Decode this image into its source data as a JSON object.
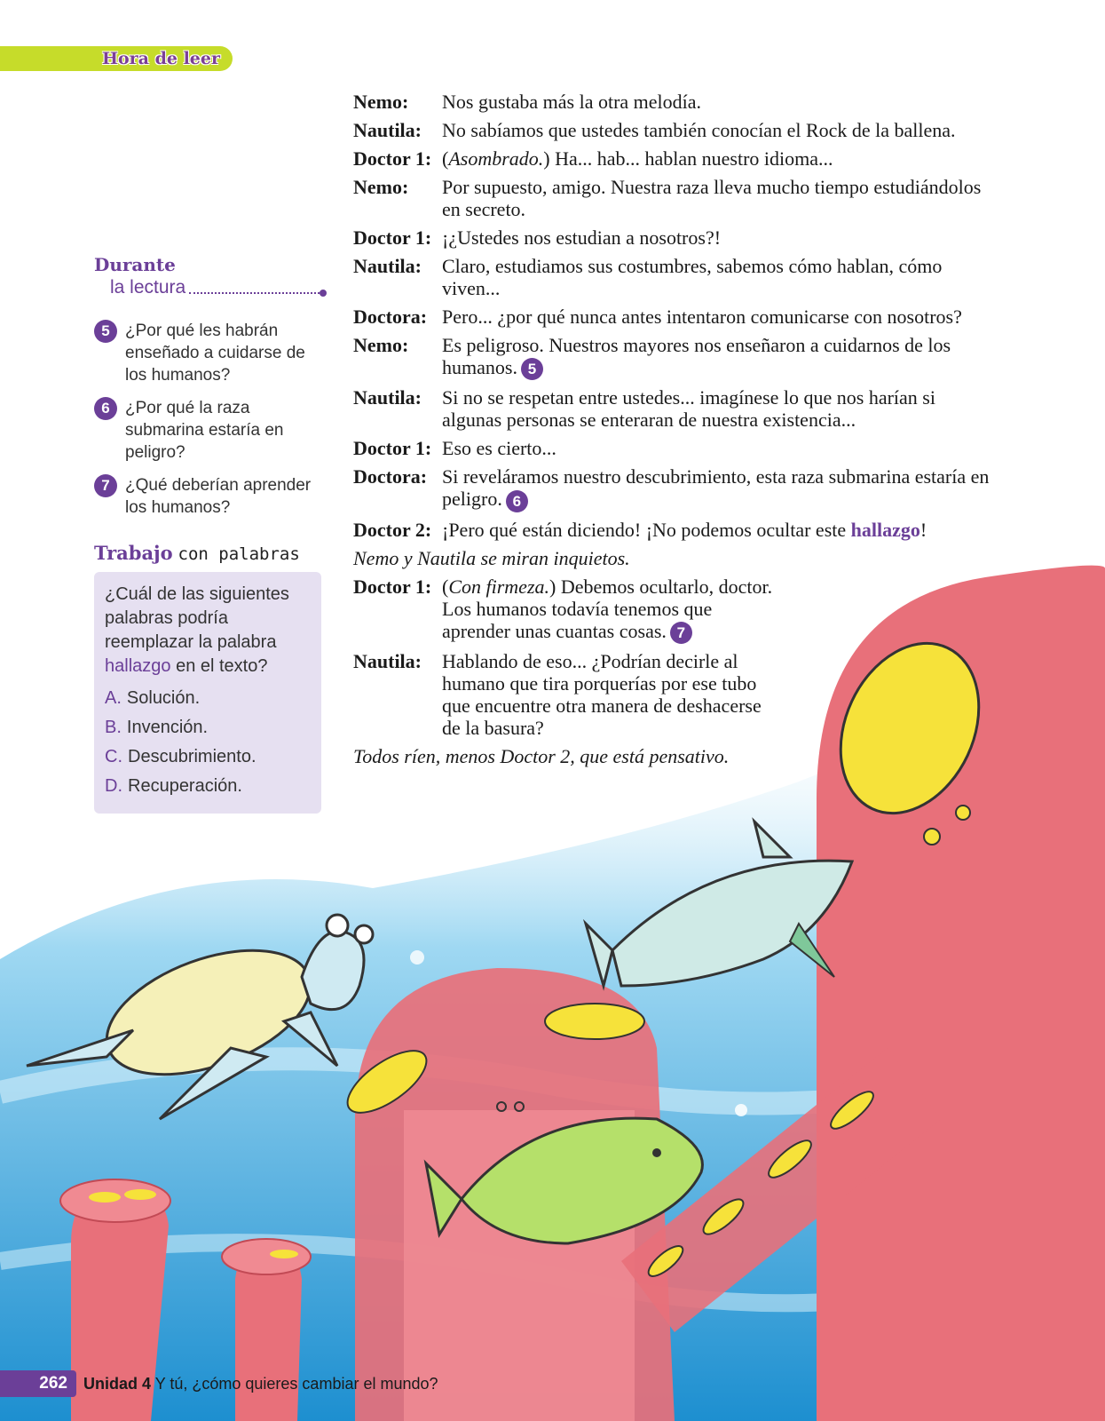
{
  "header": {
    "title": "Hora de leer"
  },
  "sidebar": {
    "durante_title": "Durante",
    "durante_sub": "la lectura",
    "questions": [
      {
        "num": "5",
        "text": "¿Por qué les habrán enseñado a cuidarse de los humanos?"
      },
      {
        "num": "6",
        "text": "¿Por qué la raza submarina estaría en peligro?"
      },
      {
        "num": "7",
        "text": "¿Qué deberían aprender los humanos?"
      }
    ],
    "trabajo_title_1": "Trabajo",
    "trabajo_title_2": "con palabras",
    "trabajo_q_pre": "¿Cuál de las siguientes palabras podría reemplazar la palabra ",
    "trabajo_q_word": "hallazgo",
    "trabajo_q_post": " en el texto?",
    "options": [
      {
        "letter": "A.",
        "text": "Solución."
      },
      {
        "letter": "B.",
        "text": "Invención."
      },
      {
        "letter": "C.",
        "text": "Descubrimiento."
      },
      {
        "letter": "D.",
        "text": "Recuperación."
      }
    ]
  },
  "dialogue": {
    "l1": {
      "speaker": "Nemo:",
      "text": "Nos gustaba más la otra melodía."
    },
    "l2": {
      "speaker": "Nautila:",
      "text": "No sabíamos que ustedes también conocían el Rock de la ballena."
    },
    "l3": {
      "speaker": "Doctor 1:",
      "open": "(",
      "stage": "Asombrado.",
      "close": ")",
      "text": " Ha... hab... hablan nuestro idioma..."
    },
    "l4": {
      "speaker": "Nemo:",
      "text": "Por supuesto, amigo. Nuestra raza lleva mucho tiempo estudiándolos en secreto."
    },
    "l5": {
      "speaker": "Doctor 1:",
      "text": "¡¿Ustedes nos estudian a nosotros?!"
    },
    "l6": {
      "speaker": "Nautila:",
      "text": "Claro, estudiamos sus costumbres, sabemos cómo hablan, cómo viven..."
    },
    "l7": {
      "speaker": "Doctora:",
      "text": "Pero... ¿por qué nunca antes intentaron comunicarse con nosotros?"
    },
    "l8": {
      "speaker": "Nemo:",
      "text": "Es peligroso. Nuestros mayores nos enseñaron a cuidarnos de los humanos.",
      "badge": "5"
    },
    "l9": {
      "speaker": "Nautila:",
      "text": "Si no se respetan entre ustedes... imagínese lo que nos harían si algunas personas se enteraran de nuestra existencia..."
    },
    "l10": {
      "speaker": "Doctor 1:",
      "text": "Eso es cierto..."
    },
    "l11": {
      "speaker": "Doctora:",
      "text": "Si reveláramos nuestro descubrimiento, esta raza submarina estaría en peligro.",
      "badge": "6"
    },
    "l12": {
      "speaker": "Doctor 2:",
      "text": "¡Pero qué están diciendo! ¡No podemos ocultar este ",
      "vocab": "hallazgo",
      "end": "!"
    },
    "stage1": "Nemo y Nautila se miran inquietos.",
    "l13": {
      "speaker": "Doctor 1:",
      "open": "(",
      "stage": "Con firmeza.",
      "close": ")",
      "text": " Debemos ocultarlo, doctor. Los humanos todavía tenemos que aprender unas cuantas cosas.",
      "badge": "7"
    },
    "l14": {
      "speaker": "Nautila:",
      "text": "Hablando de eso... ¿Podrían decirle al humano que tira porquerías por ese tubo que encuentre otra manera de deshacerse de la basura?"
    },
    "stage2": "Todos ríen, menos Doctor 2, que está pensativo."
  },
  "footer": {
    "page": "262",
    "unit_label": "Unidad 4",
    "unit_title": " Y tú, ¿cómo quieres cambiar el mundo?"
  },
  "colors": {
    "accent": "#6b3f98",
    "lime": "#c6dc2a",
    "coral": "#e8707a",
    "water": "#3aa6dc"
  }
}
